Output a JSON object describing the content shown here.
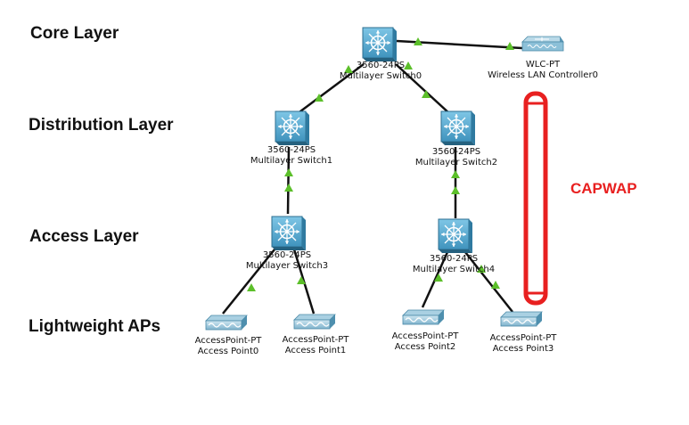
{
  "layers": {
    "core": "Core Layer",
    "distribution": "Distribution Layer",
    "access": "Access Layer",
    "aps": "Lightweight APs"
  },
  "tunnel": {
    "label": "CAPWAP",
    "color": "#e82020"
  },
  "link_color": "#111111",
  "link_indicator_color": "#5cbf2a",
  "devices": {
    "ms0": {
      "model": "3560-24PS",
      "name": "Multilayer Switch0",
      "icon": "multilayer-switch-icon"
    },
    "wlc": {
      "model": "WLC-PT",
      "name": "Wireless LAN Controller0",
      "icon": "wireless-lan-controller-icon"
    },
    "ms1": {
      "model": "3560-24PS",
      "name": "Multilayer Switch1",
      "icon": "multilayer-switch-icon"
    },
    "ms2": {
      "model": "3560-24PS",
      "name": "Multilayer Switch2",
      "icon": "multilayer-switch-icon"
    },
    "ms3": {
      "model": "3560-24PS",
      "name": "Multilayer Switch3",
      "icon": "multilayer-switch-icon"
    },
    "ms4": {
      "model": "3560-24PS",
      "name": "Multilayer Switch4",
      "icon": "multilayer-switch-icon"
    },
    "ap0": {
      "model": "AccessPoint-PT",
      "name": "Access Point0",
      "icon": "access-point-icon"
    },
    "ap1": {
      "model": "AccessPoint-PT",
      "name": "Access Point1",
      "icon": "access-point-icon"
    },
    "ap2": {
      "model": "AccessPoint-PT",
      "name": "Access Point2",
      "icon": "access-point-icon"
    },
    "ap3": {
      "model": "AccessPoint-PT",
      "name": "Access Point3",
      "icon": "access-point-icon"
    }
  }
}
